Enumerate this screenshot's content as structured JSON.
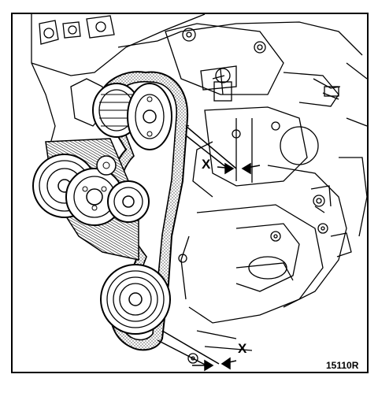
{
  "figure": {
    "labels": {
      "upper_gap": "X",
      "lower_gap": "X"
    },
    "reference_code": "15110R"
  }
}
